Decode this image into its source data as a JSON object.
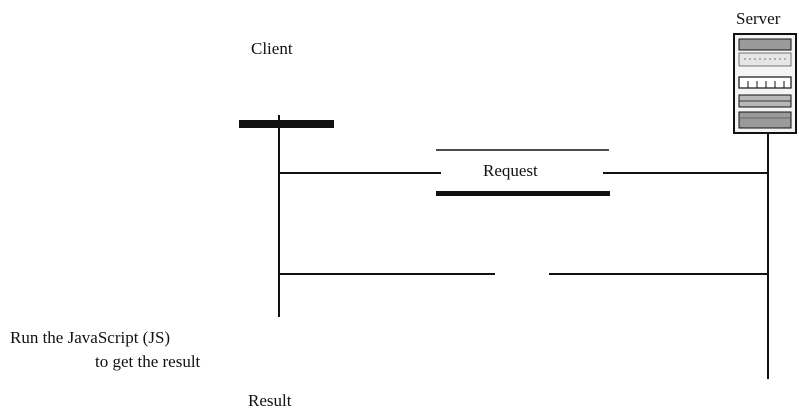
{
  "labels": {
    "server": "Server",
    "client": "Client",
    "request": "Request",
    "js_line1": "Run the JavaScript (JS)",
    "js_line2": "to get the result",
    "result": "Result"
  },
  "colors": {
    "ink": "#111111",
    "server_body": "#f4f4f4",
    "server_panel": "#b8b8b8"
  },
  "icons": {
    "server": "server-rack-icon"
  }
}
